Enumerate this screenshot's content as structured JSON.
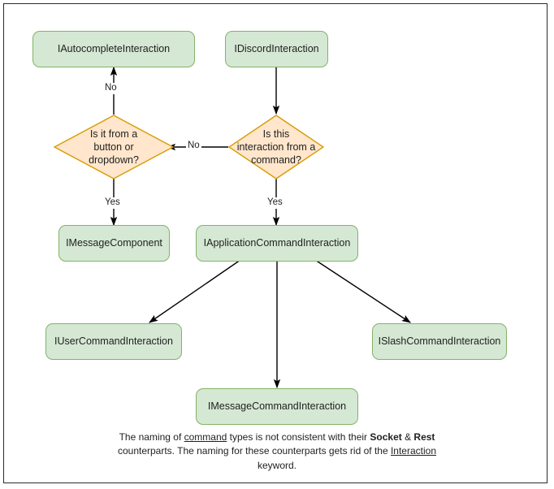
{
  "diagram": {
    "title": "Discord Interaction type hierarchy flowchart",
    "colors": {
      "box_fill": "#d5e8d4",
      "box_stroke": "#82b366",
      "diamond_fill": "#ffe6cc",
      "diamond_stroke": "#d79b00",
      "edge": "#000000",
      "frame": "#2b2b2b",
      "background": "#ffffff"
    },
    "nodes": [
      {
        "id": "autocomplete",
        "shape": "box",
        "label": "IAutocompleteInteraction"
      },
      {
        "id": "discord",
        "shape": "box",
        "label": "IDiscordInteraction"
      },
      {
        "id": "button_or_dropdown",
        "shape": "diamond",
        "label": "Is it from a\nbutton or\ndropdown?"
      },
      {
        "id": "from_command",
        "shape": "diamond",
        "label": "Is this\ninteraction from a\ncommand?"
      },
      {
        "id": "message_component",
        "shape": "box",
        "label": "IMessageComponent"
      },
      {
        "id": "application_command",
        "shape": "box",
        "label": "IApplicationCommandInteraction"
      },
      {
        "id": "user_command",
        "shape": "box",
        "label": "IUserCommandInteraction"
      },
      {
        "id": "slash_command",
        "shape": "box",
        "label": "ISlashCommandInteraction"
      },
      {
        "id": "message_command",
        "shape": "box",
        "label": "IMessageCommandInteraction"
      }
    ],
    "edges": [
      {
        "from": "discord",
        "to": "from_command",
        "label": ""
      },
      {
        "from": "from_command",
        "to": "button_or_dropdown",
        "label": "No"
      },
      {
        "from": "button_or_dropdown",
        "to": "autocomplete",
        "label": "No"
      },
      {
        "from": "button_or_dropdown",
        "to": "message_component",
        "label": "Yes"
      },
      {
        "from": "from_command",
        "to": "application_command",
        "label": "Yes"
      },
      {
        "from": "application_command",
        "to": "user_command",
        "label": ""
      },
      {
        "from": "application_command",
        "to": "message_command",
        "label": ""
      },
      {
        "from": "application_command",
        "to": "slash_command",
        "label": ""
      }
    ],
    "edge_labels": {
      "no_up": "No",
      "no_left": "No",
      "yes_left": "Yes",
      "yes_right": "Yes"
    },
    "caption": {
      "line1_a": "The naming of ",
      "line1_u": "command",
      "line1_b": " types is not consistent with their",
      "line2_a": "",
      "line2_b1": "Socket",
      "line2_mid": " & ",
      "line2_b2": "Rest",
      "line2_c": " counterparts. The naming for these",
      "line3_a": "counterparts gets rid of the ",
      "line3_u": "Interaction",
      "line3_b": " keyword."
    }
  }
}
